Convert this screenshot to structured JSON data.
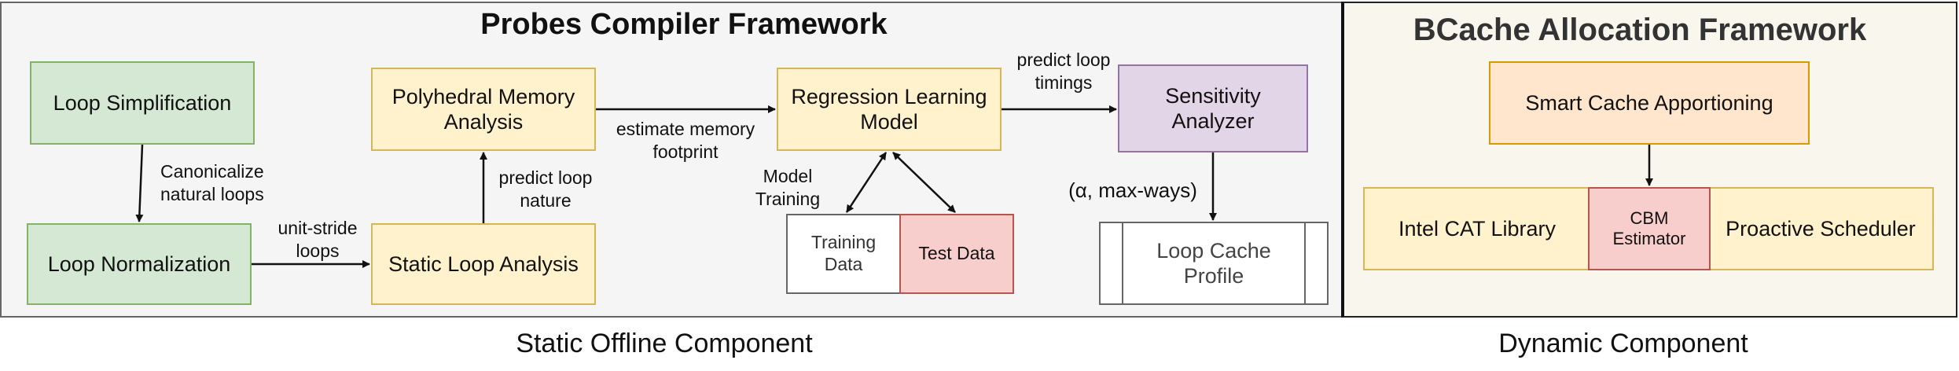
{
  "left_panel": {
    "title": "Probes Compiler Framework",
    "caption": "Static Offline Component",
    "boxes": {
      "loop_simplification": "Loop Simplification",
      "loop_normalization": "Loop Normalization",
      "static_loop_analysis": "Static Loop Analysis",
      "polyhedral_memory_analysis": "Polyhedral Memory Analysis",
      "regression_learning_model": "Regression Learning Model",
      "training_data": "Training Data",
      "test_data": "Test Data",
      "sensitivity_analyzer": "Sensitivity Analyzer",
      "loop_cache_profile": "Loop Cache Profile"
    },
    "edge_labels": {
      "canonicalize": "Canonicalize natural loops",
      "unit_stride": "unit-stride loops",
      "predict_nature": "predict loop nature",
      "estimate_footprint": "estimate memory footprint",
      "model_training": "Model Training",
      "predict_timings": "predict loop timings",
      "alpha_maxways": "(α, max-ways)"
    }
  },
  "right_panel": {
    "title": "BCache Allocation Framework",
    "caption": "Dynamic Component",
    "boxes": {
      "smart_cache": "Smart Cache Apportioning",
      "intel_cat": "Intel CAT Library",
      "cbm_estimator": "CBM Estimator",
      "proactive_scheduler": "Proactive Scheduler"
    }
  },
  "colors": {
    "green_fill": "#d5e8d4",
    "yellow_fill": "#fff2cc",
    "purple_fill": "#e1d5e7",
    "orange_fill": "#ffe6cc",
    "red_fill": "#f8cecc",
    "left_panel_bg": "#f5f5f5",
    "right_panel_bg": "#f9f7ed"
  }
}
